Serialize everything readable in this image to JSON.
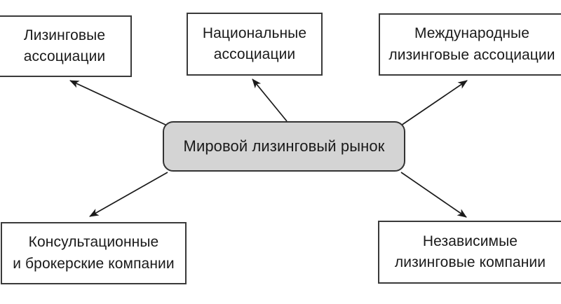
{
  "diagram": {
    "center": {
      "id": "world-leasing-market",
      "label": "Мировой лизинговый рынок",
      "shape": "rounded-rectangle",
      "fill": "#d4d4d4",
      "border": "#333333"
    },
    "nodes": [
      {
        "id": "leasing-associations",
        "label": "Лизинговые\nассоциации",
        "position": "top-left",
        "shape": "rectangle",
        "fill": "#ffffff",
        "border": "#3a3a3a"
      },
      {
        "id": "national-associations",
        "label": "Национальные\nассоциации",
        "position": "top-center",
        "shape": "rectangle",
        "fill": "#ffffff",
        "border": "#3a3a3a"
      },
      {
        "id": "international-associations",
        "label": "Международные\nлизинговые ассоциации",
        "position": "top-right",
        "shape": "rectangle",
        "fill": "#ffffff",
        "border": "#3a3a3a"
      },
      {
        "id": "consulting-brokerage",
        "label": "Консультационные\nи брокерские компании",
        "position": "bottom-left",
        "shape": "rectangle",
        "fill": "#ffffff",
        "border": "#3a3a3a"
      },
      {
        "id": "independent-leasing",
        "label": "Независимые\nлизинговые компании",
        "position": "bottom-right",
        "shape": "rectangle",
        "fill": "#ffffff",
        "border": "#3a3a3a"
      }
    ],
    "connectors": [
      {
        "id": "arrow-to-leasing-associations",
        "from": "world-leasing-market",
        "to": "leasing-associations",
        "direction": "up-left",
        "color": "#1a1a1a"
      },
      {
        "id": "arrow-to-national-associations",
        "from": "world-leasing-market",
        "to": "national-associations",
        "direction": "up",
        "color": "#1a1a1a"
      },
      {
        "id": "arrow-to-international-associations",
        "from": "world-leasing-market",
        "to": "international-associations",
        "direction": "up-right",
        "color": "#1a1a1a"
      },
      {
        "id": "arrow-to-consulting-brokerage",
        "from": "world-leasing-market",
        "to": "consulting-brokerage",
        "direction": "down-left",
        "color": "#1a1a1a"
      },
      {
        "id": "arrow-to-independent-leasing",
        "from": "world-leasing-market",
        "to": "independent-leasing",
        "direction": "down-right",
        "color": "#1a1a1a"
      }
    ]
  }
}
